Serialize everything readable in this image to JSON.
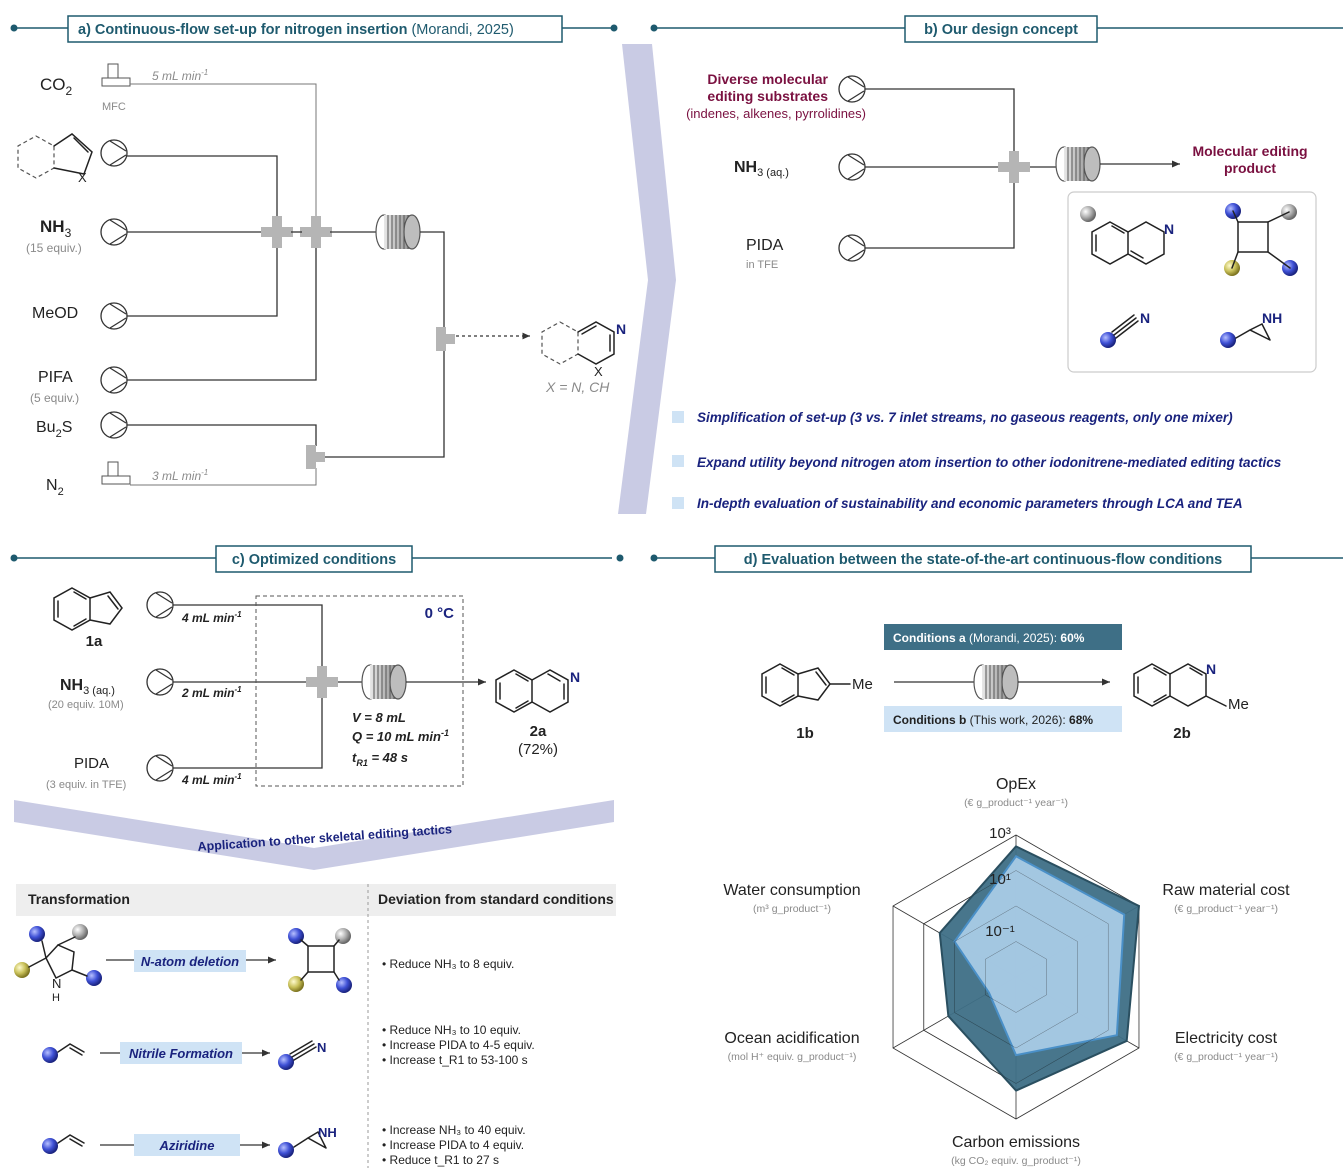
{
  "colors": {
    "panel_line": "#1e5a6e",
    "header_blue": "#1e5a6e",
    "maroon": "#7a1040",
    "bullet_blue": "#cfe3f5",
    "band_lavender": "#c9cbe4",
    "table_header": "#eeeeee",
    "radar_dark": "#3e6f86",
    "radar_light": "#a9cbe6",
    "sphere_blue": "#2e3fc8",
    "sphere_grey": "#9a9a9a",
    "sphere_olive": "#b9b24a"
  },
  "panel_a": {
    "title": "a) Continuous-flow set-up for nitrogen insertion",
    "title_ref": "(Morandi, 2025)",
    "co2": "CO",
    "co2_sub": "2",
    "mfc": "MFC",
    "co2_flow": "5 mL min",
    "co2_flow_sup": "-1",
    "x_atom": "X",
    "nh3": "NH",
    "nh3_sub": "3",
    "nh3_equiv": "(15 equiv.)",
    "meod": "MeOD",
    "pifa": "PIFA",
    "pifa_equiv": "(5 equiv.)",
    "bu2s_a": "Bu",
    "bu2s_sub": "2",
    "bu2s_b": "S",
    "n2": "N",
    "n2_sub": "2",
    "n2_flow": "3 mL min",
    "n2_flow_sup": "-1",
    "product_n": "N",
    "product_x": "X",
    "product_label": "X = N, CH"
  },
  "panel_b": {
    "title": "b) Our design concept",
    "substrates_1": "Diverse molecular",
    "substrates_2": "editing substrates",
    "substrates_3": "(indenes, alkenes, pyrrolidines)",
    "nh3": "NH",
    "nh3_sub": "3 (aq.)",
    "pida": "PIDA",
    "pida_sub": "in TFE",
    "product_1": "Molecular editing",
    "product_2": "product",
    "n_label": "N",
    "nh_label": "NH",
    "bullets": [
      "Simplification of set-up (3 vs. 7 inlet streams, no gaseous reagents, only one mixer)",
      "Expand utility beyond nitrogen atom insertion to other iodonitrene-mediated editing tactics",
      "In-depth evaluation of sustainability and economic parameters through LCA and TEA"
    ]
  },
  "panel_c": {
    "title": "c) Optimized conditions",
    "label_1a": "1a",
    "flow_1": "4 mL min",
    "flow_sup": "-1",
    "temperature": "0 °C",
    "nh3": "NH",
    "nh3_sub": "3 (aq.)",
    "nh3_equiv": "(20 equiv. 10M)",
    "flow_2": "2 mL min",
    "pida": "PIDA",
    "pida_equiv": "(3 equiv. in TFE)",
    "flow_3": "4 mL min",
    "v": "V = 8 mL",
    "q": "Q = 10 mL min",
    "t_a": "t",
    "t_sub": "R1",
    "t_b": " = 48 s",
    "label_2a": "2a",
    "yield_2a": "(72%)",
    "product_n": "N",
    "band_text": "Application to other skeletal editing tactics",
    "table_headers": [
      "Transformation",
      "Deviation from standard conditions"
    ],
    "rows": [
      {
        "tactic": "N-atom deletion",
        "deviations": [
          "Reduce NH₃ to 8 equiv."
        ]
      },
      {
        "tactic": "Nitrile Formation",
        "deviations": [
          "Reduce NH₃ to 10 equiv.",
          "Increase PIDA to 4-5 equiv.",
          "Increase t_R1 to 53-100 s"
        ]
      },
      {
        "tactic": "Aziridine",
        "deviations": [
          "Increase NH₃ to 40 equiv.",
          "Increase PIDA to 4 equiv.",
          "Reduce t_R1 to 27 s"
        ]
      }
    ],
    "row_n": "N",
    "row_h": "H",
    "row_nh": "NH"
  },
  "panel_d": {
    "title": "d) Evaluation between the state-of-the-art continuous-flow conditions",
    "cond_a_label": "Conditions a",
    "cond_a_ref": "(Morandi, 2025):",
    "cond_a_yield": "60%",
    "cond_b_label": "Conditions b",
    "cond_b_ref": "(This work, 2026):",
    "cond_b_yield": "68%",
    "label_1b": "1b",
    "label_2b": "2b",
    "me": "Me",
    "n": "N",
    "radar": {
      "axes": [
        {
          "label": "OpEx",
          "unit": "(€ g_product⁻¹ year⁻¹)"
        },
        {
          "label": "Raw material cost",
          "unit": "(€ g_product⁻¹ year⁻¹)"
        },
        {
          "label": "Electricity cost",
          "unit": "(€ g_product⁻¹ year⁻¹)"
        },
        {
          "label": "Carbon emissions",
          "unit": "(kg CO₂ equiv. g_product⁻¹)"
        },
        {
          "label": "Ocean acidification",
          "unit": "(mol H⁺ equiv. g_product⁻¹)"
        },
        {
          "label": "Water consumption",
          "unit": "(m³ g_product⁻¹)"
        }
      ],
      "tick_labels": [
        "10³",
        "10¹",
        "10⁻¹"
      ],
      "series": [
        {
          "name": "Conditions a",
          "values": [
            0.92,
            1.0,
            0.9,
            0.8,
            0.55,
            0.62
          ]
        },
        {
          "name": "Conditions b",
          "values": [
            0.85,
            0.88,
            0.82,
            0.55,
            0.22,
            0.5
          ]
        }
      ]
    }
  }
}
